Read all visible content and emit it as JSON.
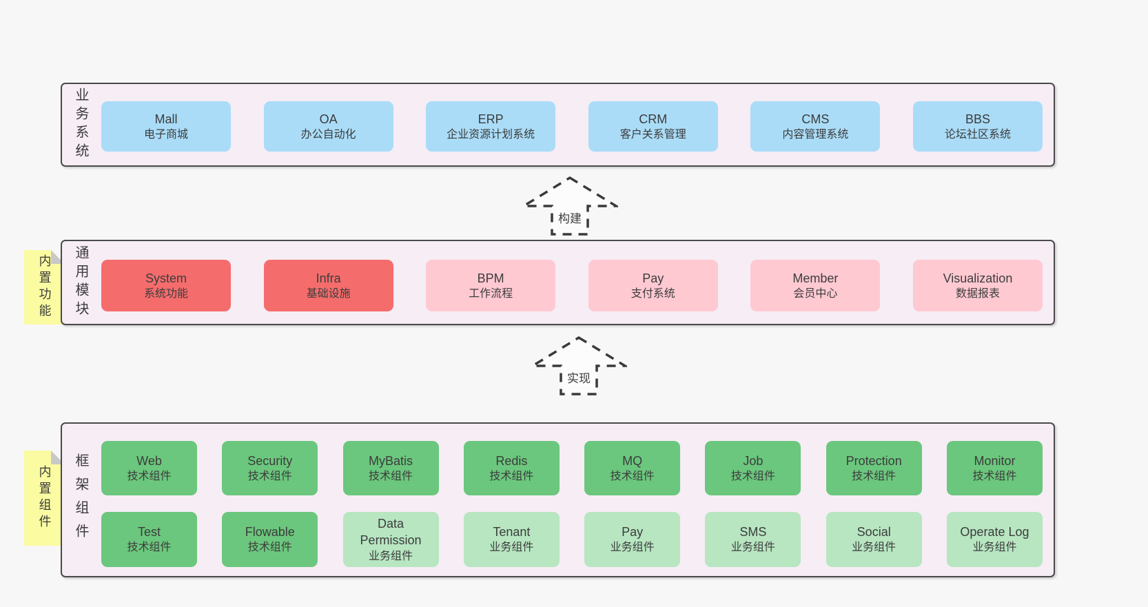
{
  "layers": {
    "business": {
      "side_label": "业务系统",
      "boxes": [
        {
          "title": "Mall",
          "subtitle": "电子商城",
          "variant": "blue"
        },
        {
          "title": "OA",
          "subtitle": "办公自动化",
          "variant": "blue"
        },
        {
          "title": "ERP",
          "subtitle": "企业资源计划系统",
          "variant": "blue"
        },
        {
          "title": "CRM",
          "subtitle": "客户关系管理",
          "variant": "blue"
        },
        {
          "title": "CMS",
          "subtitle": "内容管理系统",
          "variant": "blue"
        },
        {
          "title": "BBS",
          "subtitle": "论坛社区系统",
          "variant": "blue"
        }
      ]
    },
    "modules": {
      "side_label": "通用模块",
      "note": "内置功能",
      "boxes": [
        {
          "title": "System",
          "subtitle": "系统功能",
          "variant": "red"
        },
        {
          "title": "Infra",
          "subtitle": "基础设施",
          "variant": "red"
        },
        {
          "title": "BPM",
          "subtitle": "工作流程",
          "variant": "pink"
        },
        {
          "title": "Pay",
          "subtitle": "支付系统",
          "variant": "pink"
        },
        {
          "title": "Member",
          "subtitle": "会员中心",
          "variant": "pink"
        },
        {
          "title": "Visualization",
          "subtitle": "数据报表",
          "variant": "pink"
        }
      ]
    },
    "components": {
      "side_label": "框架组件",
      "note": "内置组件",
      "row1": [
        {
          "title": "Web",
          "subtitle": "技术组件",
          "variant": "dark"
        },
        {
          "title": "Security",
          "subtitle": "技术组件",
          "variant": "dark"
        },
        {
          "title": "MyBatis",
          "subtitle": "技术组件",
          "variant": "dark"
        },
        {
          "title": "Redis",
          "subtitle": "技术组件",
          "variant": "dark"
        },
        {
          "title": "MQ",
          "subtitle": "技术组件",
          "variant": "dark"
        },
        {
          "title": "Job",
          "subtitle": "技术组件",
          "variant": "dark"
        },
        {
          "title": "Protection",
          "subtitle": "技术组件",
          "variant": "dark"
        },
        {
          "title": "Monitor",
          "subtitle": "技术组件",
          "variant": "dark"
        }
      ],
      "row2": [
        {
          "title": "Test",
          "subtitle": "技术组件",
          "variant": "dark"
        },
        {
          "title": "Flowable",
          "subtitle": "技术组件",
          "variant": "dark"
        },
        {
          "title": "Data Permission",
          "subtitle": "业务组件",
          "variant": "light"
        },
        {
          "title": "Tenant",
          "subtitle": "业务组件",
          "variant": "light"
        },
        {
          "title": "Pay",
          "subtitle": "业务组件",
          "variant": "light"
        },
        {
          "title": "SMS",
          "subtitle": "业务组件",
          "variant": "light"
        },
        {
          "title": "Social",
          "subtitle": "业务组件",
          "variant": "light"
        },
        {
          "title": "Operate Log",
          "subtitle": "业务组件",
          "variant": "light"
        }
      ]
    }
  },
  "arrows": [
    {
      "label": "构建"
    },
    {
      "label": "实现"
    }
  ],
  "colors": {
    "page_bg": "#f7f7f7",
    "panel_bg": "#f6edf5",
    "panel_border": "#4a4a4a",
    "blue": "#aadcf7",
    "red": "#f56c6c",
    "pink": "#ffc9d2",
    "green_dark": "#6bc77d",
    "green_light": "#b7e6c1",
    "note_yellow": "#fbfba1",
    "text": "#3c3c3c"
  }
}
